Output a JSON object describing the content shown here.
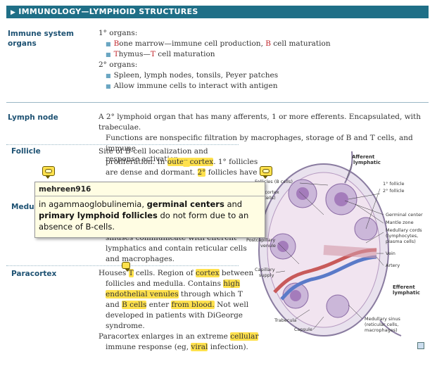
{
  "header": {
    "title": "IMMUNOLOGY—LYMPHOID STRUCTURES"
  },
  "immune_system_organs": {
    "label_line1": "Immune system",
    "label_line2": "organs",
    "primary_heading": "1° organs:",
    "bone_marrow": {
      "pre": "B",
      "mid": "one marrow—immune cell production, ",
      "red2": "B",
      "post": " cell maturation"
    },
    "thymus": {
      "pre": "T",
      "mid": "hymus—",
      "red2": "T",
      "post": " cell maturation"
    },
    "secondary_heading": "2° organs:",
    "secondary_items": [
      "Spleen, lymph nodes, tonsils, Peyer patches",
      "Allow immune cells to interact with antigen"
    ]
  },
  "lymph_node": {
    "label": "Lymph node",
    "line1": "A 2° lymphoid organ that has many afferents, 1 or more efferents. Encapsulated, with trabeculae.",
    "line2": "Functions are nonspecific filtration by macrophages, storage of B and T cells, and immune",
    "line3": "response activation."
  },
  "follicle": {
    "label": "Follicle",
    "line1": "Site of B-cell localization and",
    "line2_pre": "proliferation. In ",
    "line2_hl": "outer cortex",
    "line2_post": ". 1° follicles",
    "line3_pre": "are dense and dormant. ",
    "line3_hl": "2°",
    "line3_post": " follicles have"
  },
  "medulla": {
    "label": "Medul",
    "line1": "sinuses communicate with efferent",
    "line2": "lymphatics and contain reticular cells",
    "line3": "and macrophages."
  },
  "paracortex": {
    "label": "Paracortex",
    "l1_a": "Houses ",
    "l1_hl1": "T",
    "l1_b": " cells. Region of ",
    "l1_hl2": "cortex",
    "l1_c": " between",
    "l2_a": "follicles and medulla. Contains ",
    "l2_hl": "high",
    "l3_hl": "endothelial venules",
    "l3_b": " through which T",
    "l4_a": "and ",
    "l4_hl1": "B cells",
    "l4_b": " enter ",
    "l4_hl2": "from blood.",
    "l4_c": " Not well",
    "l5": "developed in patients with DiGeorge",
    "l6": "syndrome.",
    "l7_a": "Paracortex enlarges in an extreme ",
    "l7_hl": "cellular",
    "l8_a": "immune response (eg, ",
    "l8_hl": "viral",
    "l8_b": " infection)."
  },
  "comment": {
    "author": "mehreen916",
    "t1": "in agammaoglobulinemia, ",
    "b1": "germinal centers",
    "t2": " and",
    "b2": "primary lymphoid follicles",
    "t3": " do not form due to an",
    "t4": "absence of B-cells."
  },
  "diagram": {
    "afferent_lymphatic": [
      "Afferent",
      "lymphatic"
    ],
    "follicles_b": "Follicles (B cells)",
    "paracortex": [
      "Paracortex",
      "(T cells)"
    ],
    "primary_follicle": "1° follicle",
    "secondary_follicle": "2° follicle",
    "germinal_center": "Germinal center",
    "mantle_zone": "Mantle zone",
    "medullary_cords": [
      "Medullary cords",
      "(lymphocytes,",
      "plasma cells)"
    ],
    "vein": "Vein",
    "artery": "Artery",
    "postcapillary_venule": [
      "Postcapillary",
      "venule"
    ],
    "capillary_supply": [
      "Capillary",
      "supply"
    ],
    "efferent_lymphatic": [
      "Efferent",
      "lymphatic"
    ],
    "trabecula": "Trabecula",
    "capsule": "Capsule",
    "medullary_sinus": [
      "Medullary sinus",
      "(reticular cells,",
      "macrophages)"
    ]
  },
  "colors": {
    "header": "#1f6f87",
    "label": "#1e5273",
    "highlight": "#ffe14d",
    "red": "#c0272d"
  }
}
